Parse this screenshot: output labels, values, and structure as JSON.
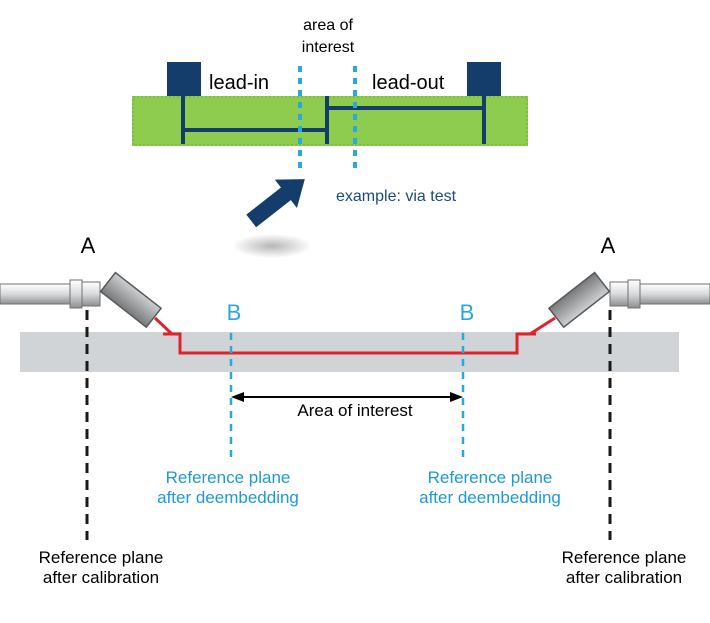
{
  "pcb": {
    "label_area": "area of",
    "label_area_2": "interest",
    "label_lead_in": "lead-in",
    "label_lead_out": "lead-out",
    "label_example": "example: via test"
  },
  "fixture": {
    "label_A_left": "A",
    "label_A_right": "A",
    "label_B_left": "B",
    "label_B_right": "B",
    "area_of_interest": "Area of interest",
    "deembed_left_1": "Reference plane",
    "deembed_left_2": "after deembedding",
    "deembed_right_1": "Reference plane",
    "deembed_right_2": "after deembedding",
    "calib_left_1": "Reference plane",
    "calib_left_2": "after calibration",
    "calib_right_1": "Reference plane",
    "calib_right_2": "after calibration"
  },
  "colors": {
    "board_green": "#8dcc4e",
    "trace_navy": "#153d6b",
    "dash_cyan": "#29a8df",
    "substrate_gray": "#d1d4d6",
    "signal_red": "#e0232b",
    "probe_gray": "#a9abad",
    "text_blue": "#1f98d6",
    "text_navy": "#1a4b7a"
  }
}
